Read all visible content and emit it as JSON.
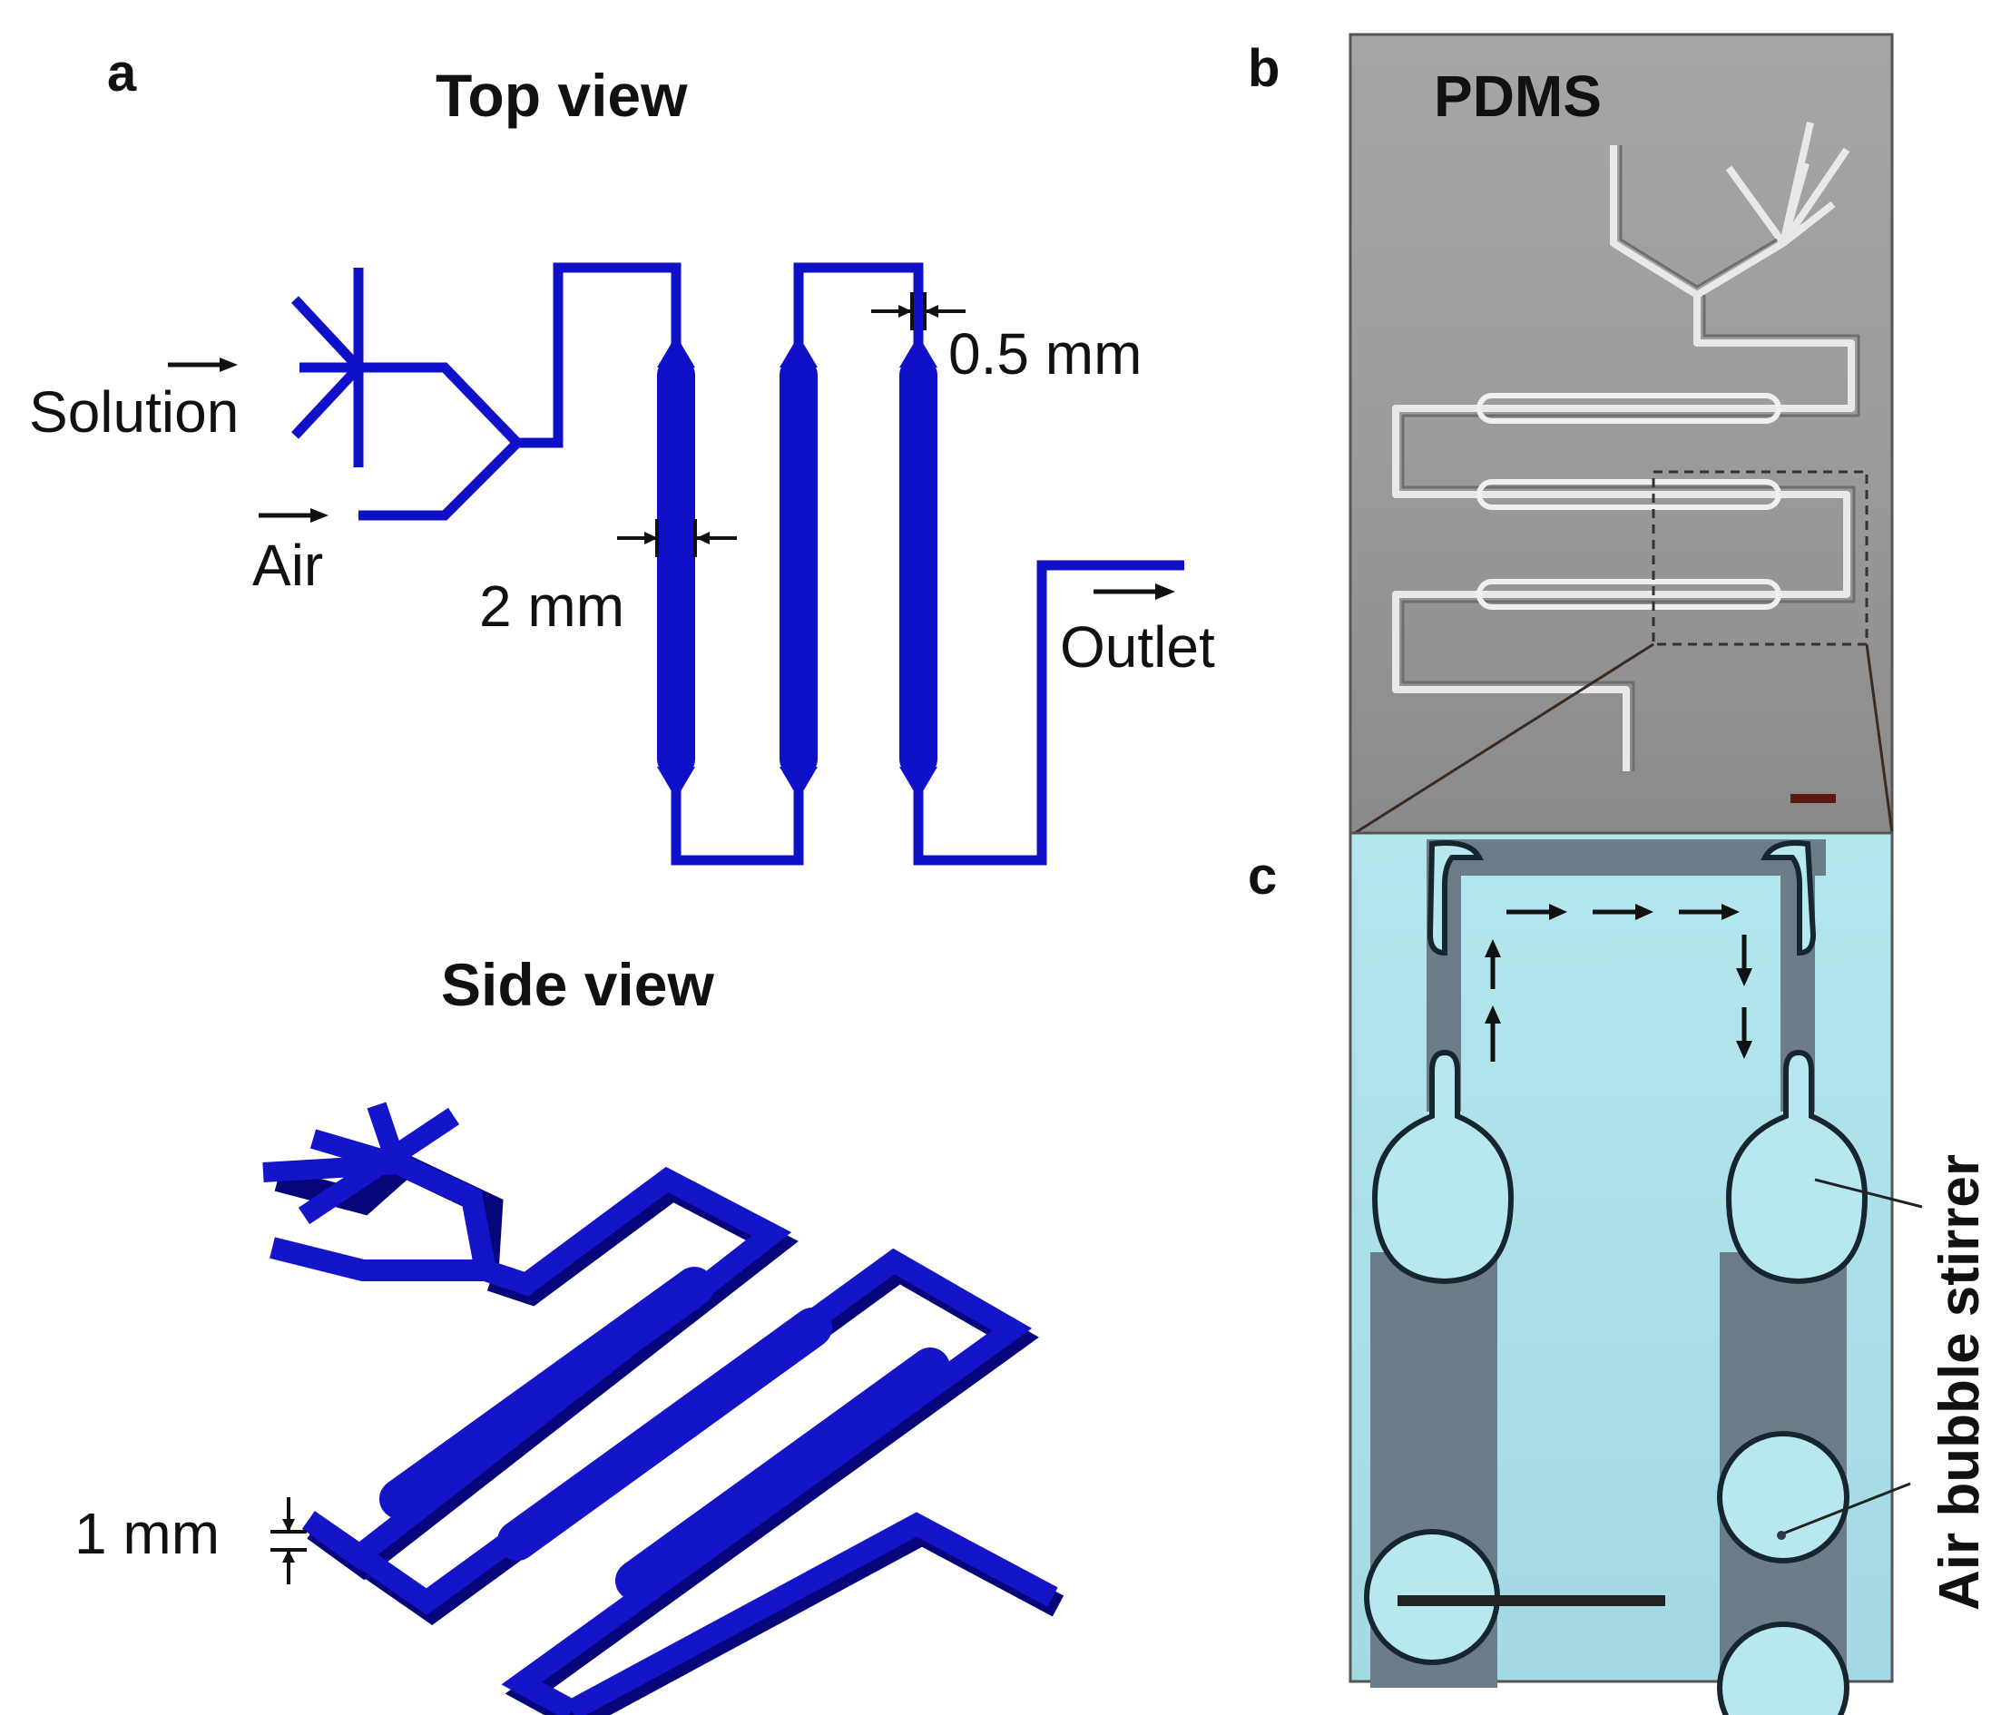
{
  "panels": {
    "a": {
      "letter": "a",
      "top_view_title": "Top view",
      "side_view_title": "Side view",
      "labels": {
        "solution": "Solution",
        "air": "Air",
        "outlet": "Outlet",
        "width_chamber": "2 mm",
        "width_channel": "0.5 mm",
        "height": "1 mm"
      }
    },
    "b": {
      "letter": "b",
      "material": "PDMS"
    },
    "c": {
      "letter": "c",
      "annotation": "Air bubble stirrer"
    }
  },
  "colors": {
    "channel": "#1010c8",
    "photo_gray": "#9a9a9a",
    "micrograph_cyan": "#a9dfe8"
  }
}
